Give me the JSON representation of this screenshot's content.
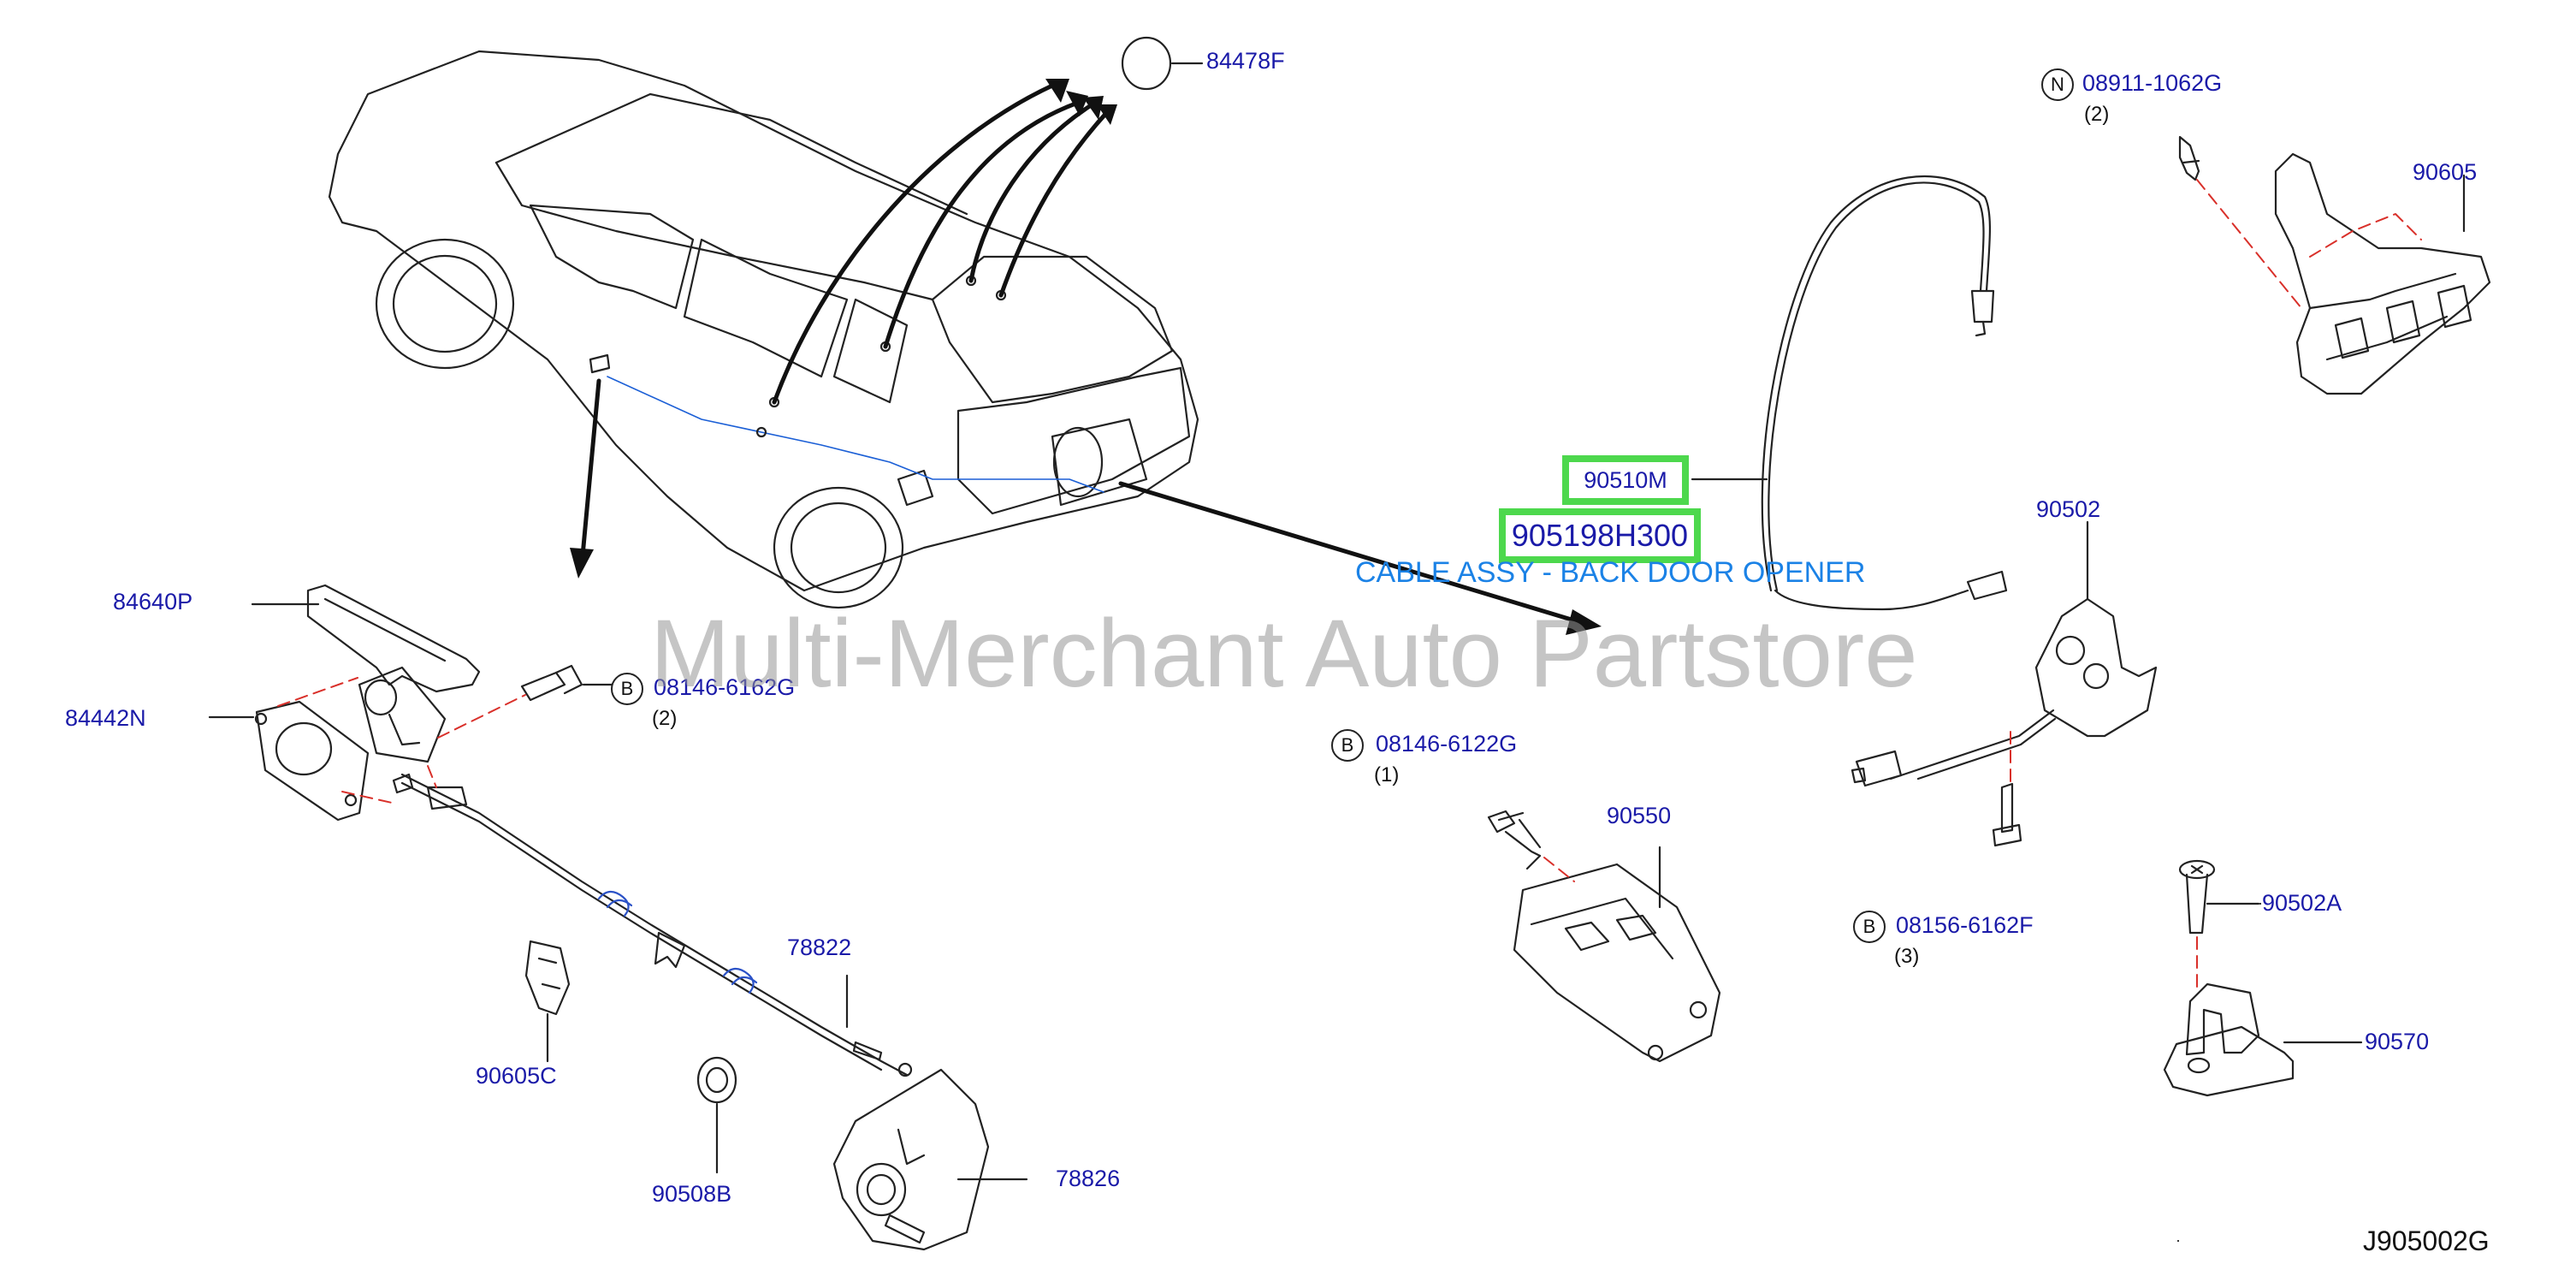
{
  "diagram": {
    "code": "J905002G",
    "watermark": "Multi-Merchant Auto Partstore",
    "highlight": {
      "part_small": "90510M",
      "part_large": "905198H300",
      "description": "CABLE ASSY - BACK DOOR OPENER"
    },
    "callouts": {
      "p84478F": "84478F",
      "p84640P": "84640P",
      "p84442N": "84442N",
      "p08146_6162G": "08146-6162G",
      "p08146_6122G": "08146-6122G",
      "p08911_1062G": "08911-1062G",
      "p08156_6162F": "08156-6162F",
      "p90605": "90605",
      "p90502": "90502",
      "p90550": "90550",
      "p78822": "78822",
      "p90605C": "90605C",
      "p90508B": "90508B",
      "p78826": "78826",
      "p90502A": "90502A",
      "p90570": "90570"
    },
    "quantities": {
      "q08146_6162G": "(2)",
      "q08146_6122G": "(1)",
      "q08911_1062G": "(2)",
      "q08156_6162F": "(3)"
    },
    "fastener_types": {
      "b1": "B",
      "b2": "B",
      "n1": "N",
      "b3": "B"
    },
    "colors": {
      "callout_text": "#1a1aa8",
      "highlight_border": "#4dd84d",
      "description_text": "#1b82e6",
      "watermark": "#969696",
      "leader_dashed": "#d9302a"
    }
  }
}
